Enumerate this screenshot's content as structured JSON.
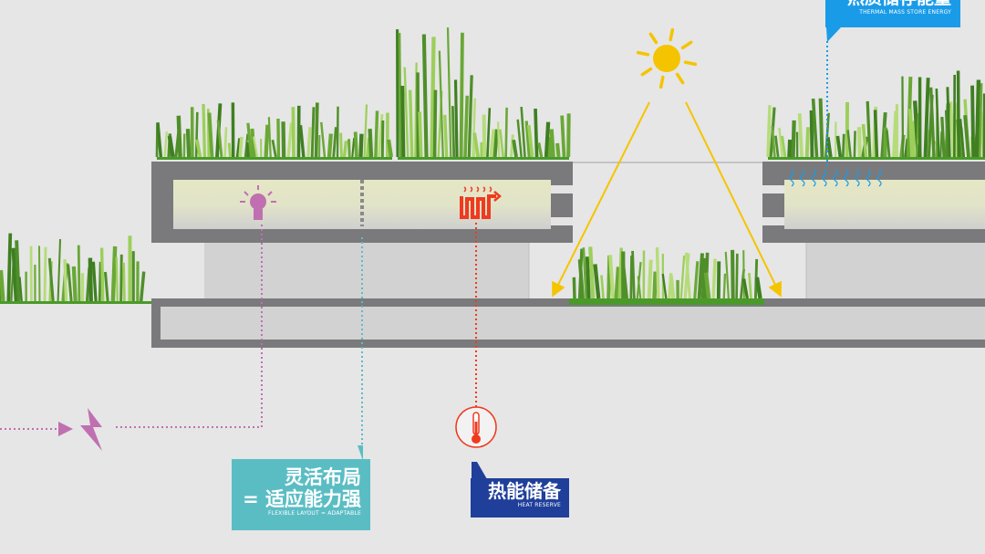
{
  "colors": {
    "background": "#e6e6e6",
    "frame": "#7a7a7c",
    "block": "#d2d2d2",
    "grass_dark": "#4f8f2a",
    "grass_light": "#9ccf5a",
    "sun": "#f5c400",
    "lighting": "#c070b0",
    "flexible": "#5bbdc4",
    "heat": "#f03a1e",
    "heat_label": "#1f3f9a",
    "thermal_mass": "#1a9be8"
  },
  "icons": [
    "sun-icon",
    "light-bulb-icon",
    "radiator-icon",
    "thermometer-icon",
    "lightning-icon",
    "heat-wave-icon"
  ],
  "callouts": {
    "flexible": {
      "zh_line1": "灵活布局",
      "zh_line2": "= 适应能力强",
      "en": "FLEXIBLE LAYOUT = ADAPTABLE"
    },
    "heat": {
      "zh": "热能储备",
      "en": "HEAT RESERVE"
    },
    "thermal_mass": {
      "zh": "热质储存能量",
      "en": "THERMAL MASS STORE ENERGY"
    }
  }
}
